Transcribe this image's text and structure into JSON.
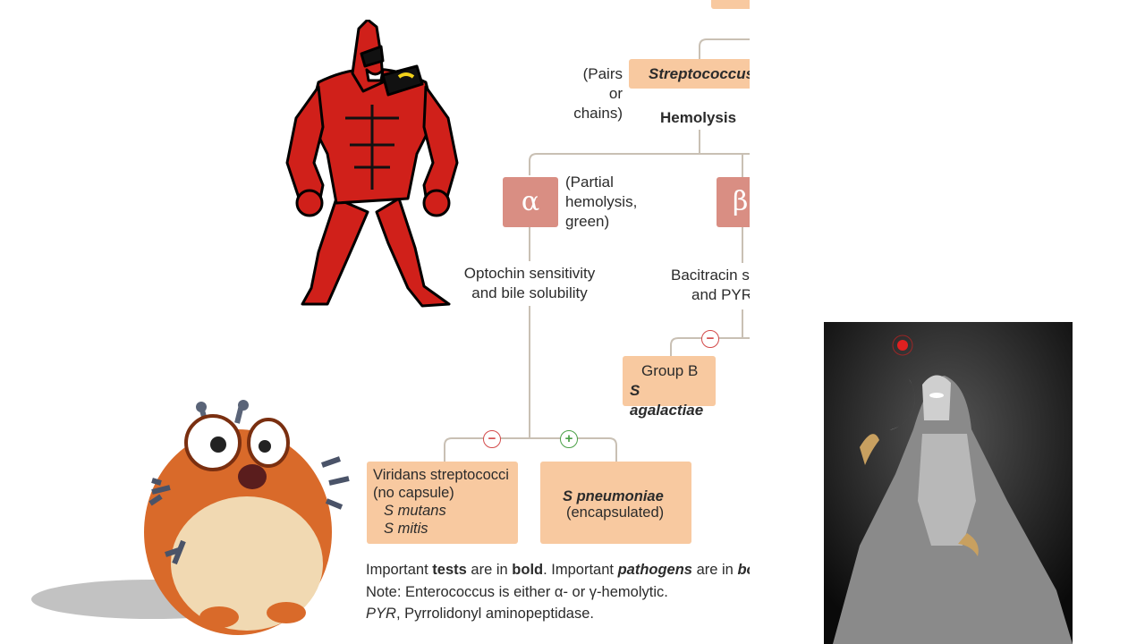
{
  "diagram": {
    "top_note": "(Pairs or chains)",
    "top_note_line1": "(Pairs or",
    "top_note_line2": "chains)",
    "streptococcus": "Streptococcus",
    "hemolysis": "Hemolysis",
    "alpha": {
      "symbol": "α",
      "note_line1": "(Partial",
      "note_line2": "hemolysis,",
      "note_line3": "green)"
    },
    "beta": {
      "symbol": "β"
    },
    "alpha_test_line1": "Optochin sensitivity",
    "alpha_test_line2": "and bile solubility",
    "beta_test_line1": "Bacitracin s",
    "beta_test_line2": "and PYR",
    "group_b_line1": "Group B",
    "group_b_line2": "S agalactiae",
    "viridans_line1": "Viridans streptococci",
    "viridans_line2": "(no capsule)",
    "viridans_line3": "S mutans",
    "viridans_line4": "S mitis",
    "pneumoniae_line1": "S pneumoniae",
    "pneumoniae_line2": "(encapsulated)",
    "sign_minus": "−",
    "sign_plus": "+",
    "legend_a1": "Important ",
    "legend_a2": "tests",
    "legend_a3": " are in ",
    "legend_a4": "bold",
    "legend_a5": ". Important ",
    "legend_a6": "pathogens",
    "legend_a7": " are in ",
    "legend_a8": "bol",
    "legend_b": "Note: Enterococcus is either α- or γ-hemolytic.",
    "legend_c1": "PYR",
    "legend_c2": ", Pyrrolidonyl aminopeptidase."
  },
  "colors": {
    "box": "#f8c9a0",
    "greek_box": "#d98e83",
    "line": "#c9c0b4",
    "minus": "#d34a4a",
    "plus": "#4aa046"
  }
}
